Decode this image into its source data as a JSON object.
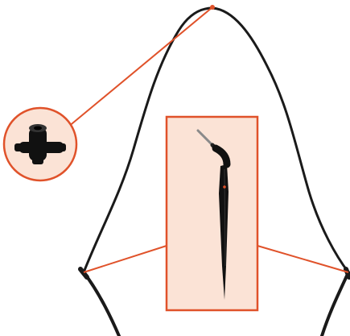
{
  "illustration": {
    "subject": "drip-irrigation-stake-assembly",
    "colors": {
      "tube": "#1a1a1a",
      "accent": "#e0522a",
      "callout_fill": "#fbe3d6",
      "part": "#111111"
    },
    "callouts": [
      {
        "name": "tee-connector-callout",
        "shape": "circle"
      },
      {
        "name": "dripper-stake-callout",
        "shape": "rectangle"
      }
    ]
  }
}
